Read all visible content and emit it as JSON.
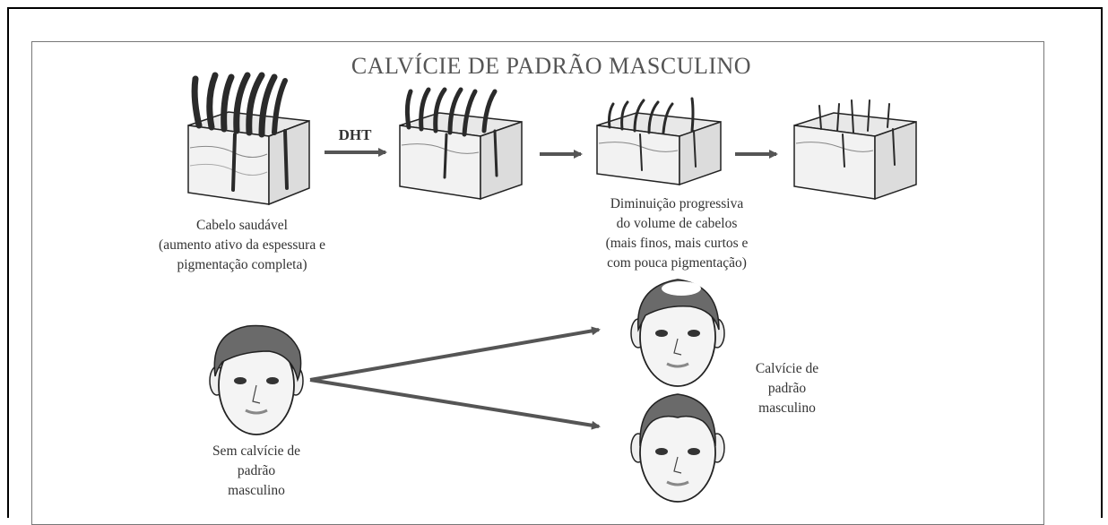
{
  "title": "CALVÍCIE DE PADRÃO MASCULINO",
  "dht_label": "DHT",
  "caption_healthy": [
    "Cabelo saudável",
    "(aumento ativo da espessura e",
    "pigmentação completa)"
  ],
  "caption_progressive": [
    "Diminuição progressiva",
    "do volume de cabelos",
    "(mais finos, mais curtos e",
    "com pouca pigmentação)"
  ],
  "caption_no_baldness": [
    "Sem calvície de",
    "padrão",
    "masculino"
  ],
  "caption_baldness": [
    "Calvície de",
    "padrão",
    "masculino"
  ],
  "colors": {
    "arrow": "#555555",
    "hair": "#2a2a2a",
    "skin_block": "#f2f2f2",
    "outline": "#222222"
  }
}
